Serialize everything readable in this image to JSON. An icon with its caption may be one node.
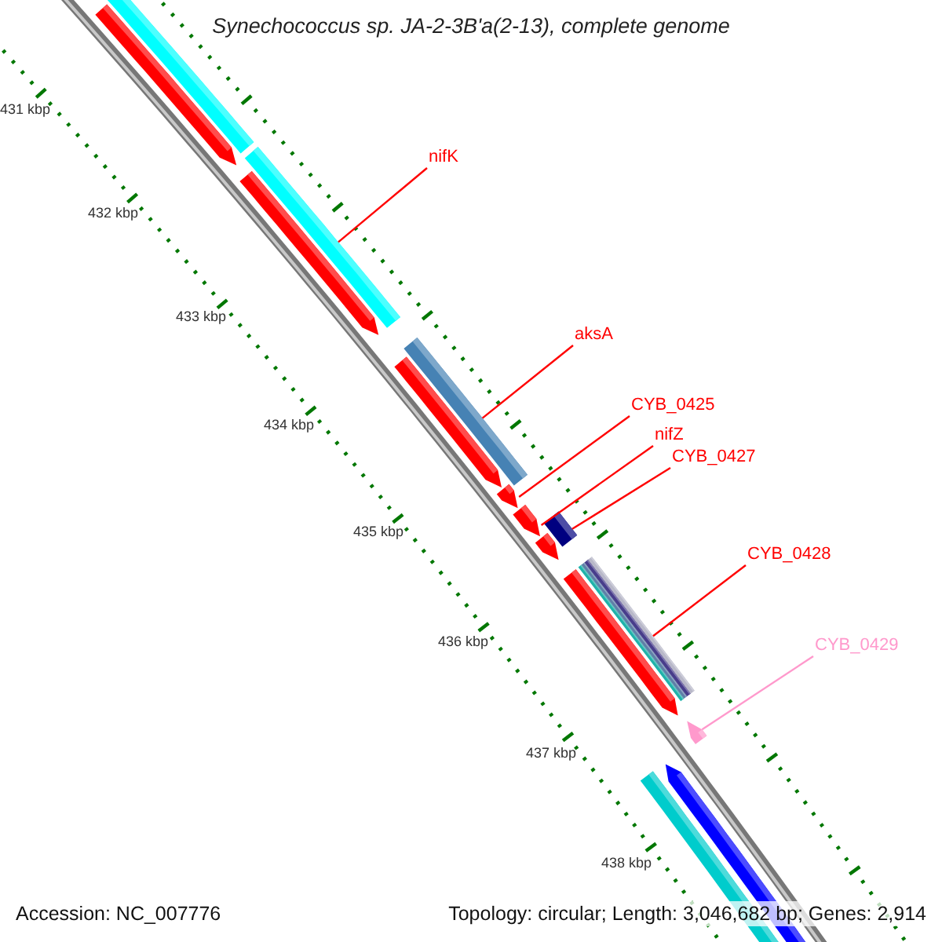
{
  "diagram": {
    "title": "Synechococcus sp. JA-2-3B'a(2-13), complete genome",
    "nodes": [
      {
        "text": [
          "nifK"
        ]
      },
      {
        "text": [],
        "shape": "bar"
      },
      {
        "text": [
          "aksA"
        ]
      },
      {
        "text": [],
        "shape": "bar"
      },
      {
        "text": [
          "CYB_0425"
        ]
      },
      {
        "text": [],
        "shape": "bar"
      },
      {
        "text": [
          "nifZ"
        ]
      },
      {
        "text": [],
        "shape": "bar"
      },
      {
        "text": [
          "CYB_0427"
        ]
      },
      {
        "text": [],
        "shape": "bar"
      },
      {
        "text": [
          "CYB_0428"
        ]
      },
      {
        "text": [],
        "shape": "bar"
      },
      {
        "text": [
          "CYB_0429"
        ]
      },
      {
        "text": [],
        "shape": "bar"
      }
    ],
    "edges": [
      {
        "from": 0,
        "to": 1,
        "arrow": "none"
      },
      {
        "from": 2,
        "to": 3,
        "arrow": "none"
      },
      {
        "from": 4,
        "to": 5,
        "arrow": "none"
      },
      {
        "from": 6,
        "to": 7,
        "arrow": "none"
      },
      {
        "from": 8,
        "to": 9,
        "arrow": "none"
      },
      {
        "from": 10,
        "to": 11,
        "arrow": "none"
      },
      {
        "from": 12,
        "to": 13,
        "arrow": "none",
        "color": "#ff99cc"
      }
    ],
    "labels": [
      "431 kbp",
      "432 kbp",
      "433 kbp",
      "434 kbp",
      "435 kbp",
      "436 kbp",
      "437 kbp",
      "438 kbp",
      "Accession: NC_007776",
      "Topology: circular; Length: 3,046,682 bp; Genes: 2,914"
    ]
  }
}
